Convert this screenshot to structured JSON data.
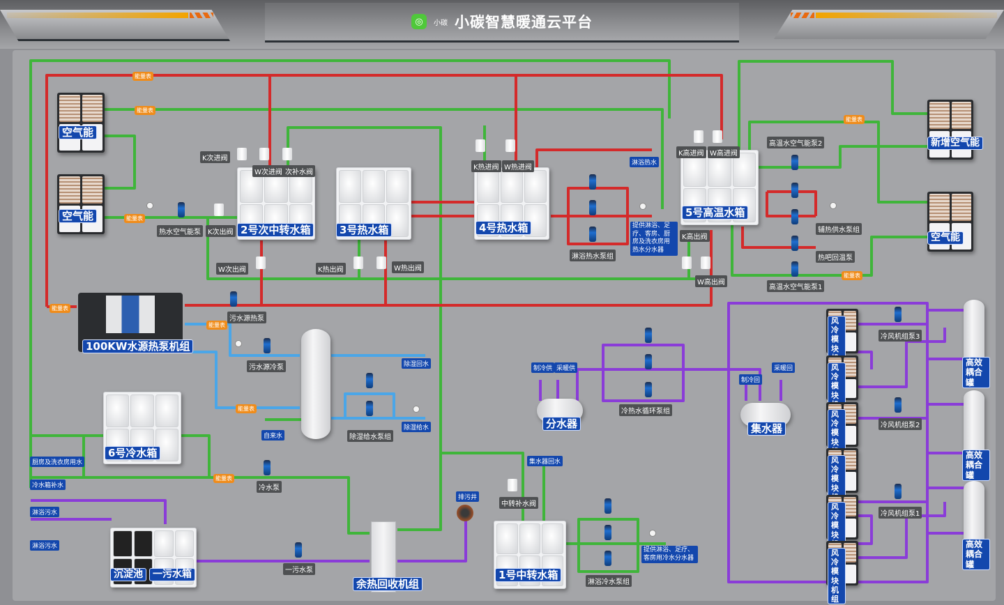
{
  "header": {
    "logo_icon": "leaf-logo-icon",
    "logo_text": "小碳",
    "title": "小碳智慧暖通云平台"
  },
  "pipe_colors": {
    "hot": "#d42a2a",
    "cold_supply": "#3fb53a",
    "chilled": "#8a3cd8",
    "source": "#4aa6e8"
  },
  "equipment": {
    "air_energy_1": "空气能",
    "air_energy_2": "空气能",
    "new_air_energy": "新增空气能",
    "air_energy_right": "空气能",
    "tank_2": "2号次中转水箱",
    "tank_3": "3号热水箱",
    "tank_4": "4号热水箱",
    "tank_5": "5号高温水箱",
    "tank_6": "6号冷水箱",
    "tank_1": "1号中转水箱",
    "heat_pump_100kw": "100KW水源热泵机组",
    "sedimentation": "沉淀池",
    "sewage_tank_1": "一污水箱",
    "waste_heat_unit": "余热回收机组",
    "distributor": "分水器",
    "collector": "集水器",
    "coupling_tank_1": "高效耦合罐",
    "coupling_tank_2": "高效耦合罐",
    "coupling_tank_3": "高效耦合罐",
    "air_cooled_module": "风冷模块机组"
  },
  "valves": {
    "k_sub_in": "K次进阀",
    "w_sub_in": "W次进阀",
    "sub_makeup": "次补水阀",
    "k_sub_out": "K次出阀",
    "w_sub_out": "W次出阀",
    "k_hot_out": "K热出阀",
    "w_hot_out": "W热出阀",
    "k_hot_in": "K热进阀",
    "w_hot_in": "W热进阀",
    "k_high_in": "K高进阀",
    "w_high_in": "W高进阀",
    "k_high_out": "K高出阀",
    "w_high_out": "W高出阀",
    "transfer_makeup": "中转补水阀"
  },
  "pumps": {
    "hot_air_pump": "热水空气能泵",
    "bath_hot_pump_group": "淋浴热水泵组",
    "high_temp_pump_2": "高温水空气能泵2",
    "high_temp_pump_1": "高温水空气能泵1",
    "heating_supply_group": "辅热供水泵组",
    "hot_return_pump": "热吧回温泵",
    "sewage_heat_pump": "污水源热泵",
    "sewage_cool_pump": "污水源冷泵",
    "dehumid_supply_group": "除湿给水泵组",
    "cold_pump": "冷水泵",
    "sewage_pump_1": "一污水泵",
    "bath_cold_pump_group": "淋浴冷水泵组",
    "chw_circ_group": "冷热水循环泵组",
    "fan_pump_3": "冷风机组泵3",
    "fan_pump_2": "冷风机组泵2",
    "fan_pump_1": "冷风机组泵1"
  },
  "labels": {
    "bath_water": "淋浴热水",
    "hot_distributor_note": "提供淋浴、足疗、客房、厨房及洗衣房用热水分水器",
    "cold_distributor_note": "提供淋浴、足疗、客房用冷水分水器",
    "dehumid_return": "除湿回水",
    "dehumid_supply": "除湿给水",
    "tap_water": "自来水",
    "kitchen_water": "厨房及洗衣房用水",
    "cold_tank_makeup": "冷水箱补水",
    "bath_sewage_1": "淋浴污水",
    "bath_sewage_2": "淋浴污水",
    "drain_well": "排污井",
    "tap_makeup": "集水器回水",
    "cooling_supply": "制冷供",
    "heating_supply": "采暖供",
    "cooling_return": "制冷回",
    "heating_return": "采暖回",
    "energy_meter": "能量表"
  }
}
